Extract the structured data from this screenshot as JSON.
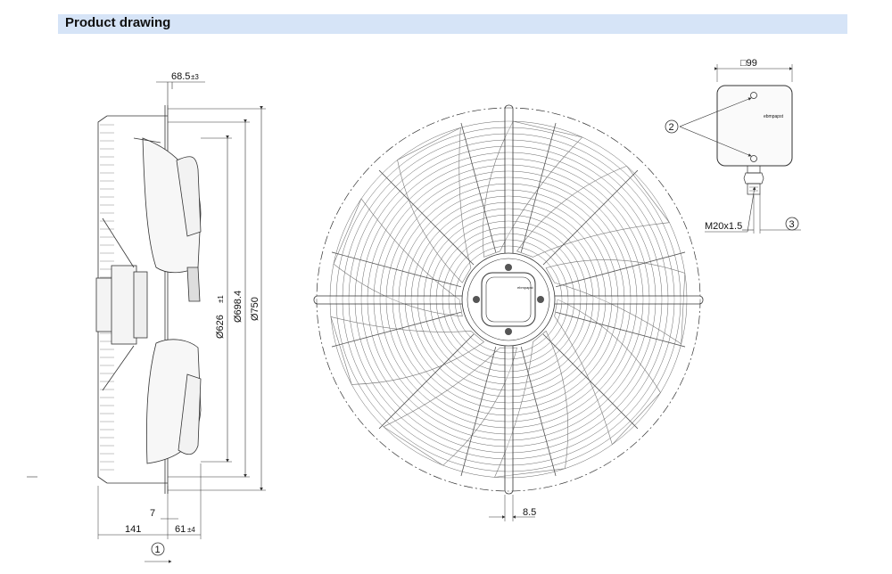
{
  "header": {
    "title": "Product drawing"
  },
  "side_view": {
    "dim_top": "68.5",
    "dim_top_tol": "±3",
    "dim_626": "Ø626",
    "dim_626_tol": "±1",
    "dim_6984": "Ø698.4",
    "dim_750": "Ø750",
    "dim_7": "7",
    "dim_141": "141",
    "dim_61": "61",
    "dim_61_tol": "±4",
    "callout_1": "1"
  },
  "front_view": {
    "dim_85": "8.5",
    "brand": "ebmpapst"
  },
  "terminal_box": {
    "dim_99": "□99",
    "callout_2": "2",
    "callout_3": "3",
    "cable_gland": "M20x1.5",
    "brand": "ebmpapst"
  },
  "colors": {
    "header_bg": "#d6e4f7",
    "line": "#333333"
  }
}
